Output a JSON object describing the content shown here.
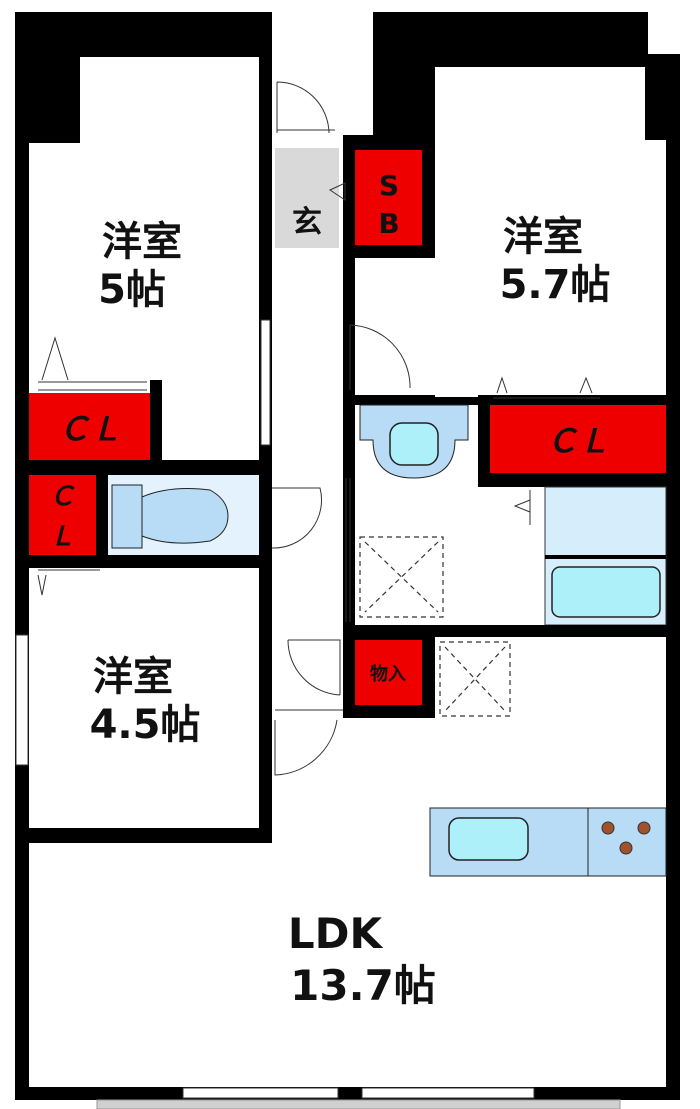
{
  "rooms": {
    "western_room_5": {
      "name": "洋室",
      "size": "5帖"
    },
    "western_room_57": {
      "name": "洋室",
      "size": "5.7帖"
    },
    "western_room_45": {
      "name": "洋室",
      "size": "4.5帖"
    },
    "ldk": {
      "name": "LDK",
      "size": "13.7帖"
    }
  },
  "storage": {
    "cl1": "ＣＬ",
    "cl2_top": "Ｃ",
    "cl2_bottom": "Ｌ",
    "cl3": "ＣＬ",
    "sb_top": "S",
    "sb_bottom": "B",
    "closet": "物入"
  },
  "entrance": "玄",
  "colors": {
    "storage": "#ee0000",
    "fixture": "#b8dcf6",
    "entrance": "#d9d9d9",
    "wall": "#000000"
  }
}
